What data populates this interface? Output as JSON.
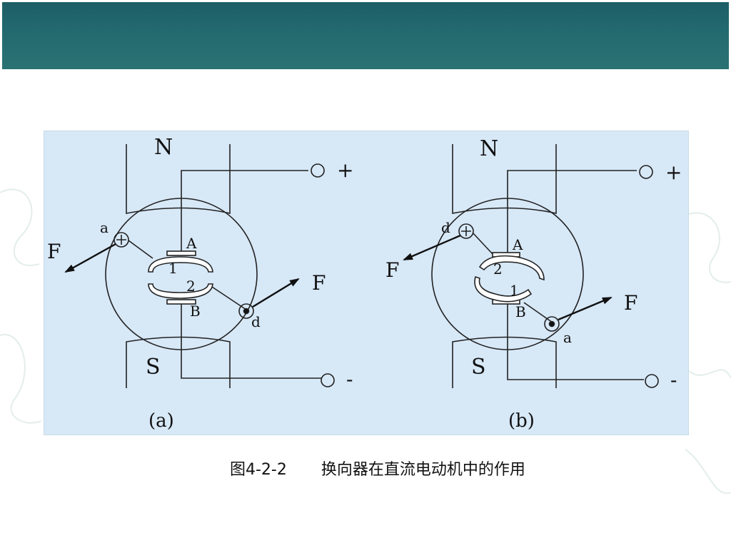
{
  "caption": {
    "figure_number": "图4-2-2",
    "title": "换向器在直流电动机中的作用"
  },
  "diagram_a": {
    "north_label": "N",
    "south_label": "S",
    "plus_label": "+",
    "minus_label": "-",
    "brush_top_label": "A",
    "brush_bottom_label": "B",
    "segment_top_label": "1",
    "segment_bottom_label": "2",
    "conductor_left_label": "a",
    "conductor_right_label": "d",
    "force_left_label": "F",
    "force_right_label": "F",
    "panel_label": "(a)"
  },
  "diagram_b": {
    "north_label": "N",
    "south_label": "S",
    "plus_label": "+",
    "minus_label": "-",
    "brush_top_label": "A",
    "brush_bottom_label": "B",
    "segment_top_label": "2",
    "segment_bottom_label": "1",
    "conductor_left_label": "d",
    "conductor_right_label": "a",
    "force_left_label": "F",
    "force_right_label": "F",
    "panel_label": "(b)"
  },
  "colors": {
    "header": "#236a70",
    "panel": "#d7e8f7",
    "line": "#222222"
  }
}
